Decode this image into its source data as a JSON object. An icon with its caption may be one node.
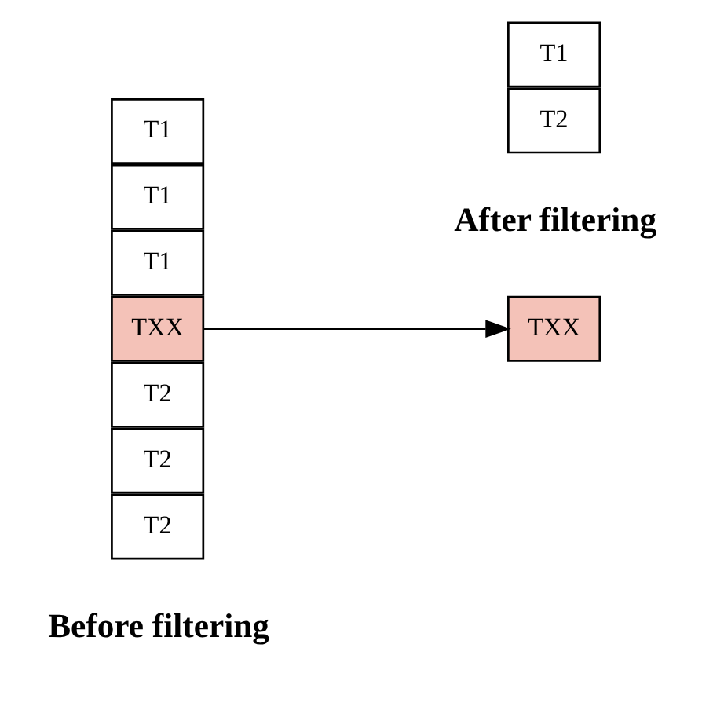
{
  "diagram": {
    "nodes": [
      {
        "text": [
          "T1"
        ]
      },
      {
        "text": [
          "T1"
        ]
      },
      {
        "text": [
          "T1"
        ]
      },
      {
        "text": [
          "TXX"
        ]
      },
      {
        "text": [
          "T2"
        ]
      },
      {
        "text": [
          "T2"
        ]
      },
      {
        "text": [
          "T2"
        ]
      },
      {
        "text": [
          "T1"
        ]
      },
      {
        "text": [
          "TXX"
        ]
      },
      {
        "text": [
          "T2"
        ]
      }
    ],
    "edges": [
      {
        "from": 3,
        "to": 8,
        "arrow": "to"
      }
    ],
    "labels": [
      "Before filtering",
      "After filtering"
    ]
  }
}
